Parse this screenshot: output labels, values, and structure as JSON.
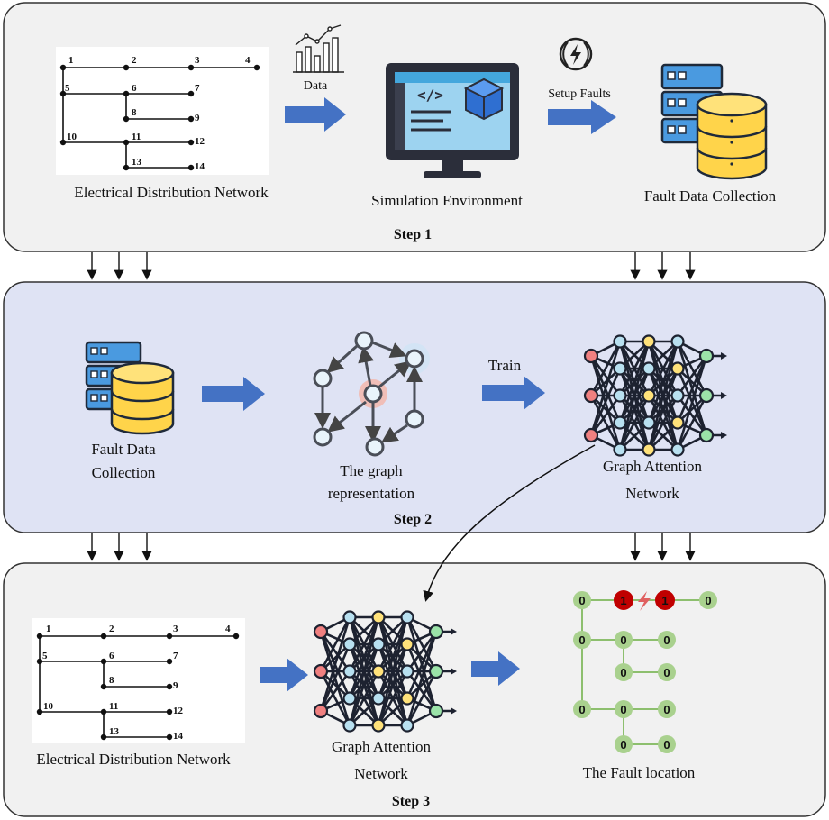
{
  "step1": {
    "label": "Step 1",
    "network_label": "Electrical Distribution Network",
    "data_label": "Data",
    "sim_label": "Simulation Environment",
    "setup_label": "Setup Faults",
    "fault_label": "Fault Data Collection"
  },
  "step2": {
    "label": "Step 2",
    "fault_label_1": "Fault Data",
    "fault_label_2": "Collection",
    "graph_label_1": "The graph",
    "graph_label_2": "representation",
    "train_label": "Train",
    "gat_label_1": "Graph Attention",
    "gat_label_2": "Network"
  },
  "step3": {
    "label": "Step 3",
    "network_label": "Electrical Distribution Network",
    "gat_label_1": "Graph Attention",
    "gat_label_2": "Network",
    "fault_location_label": "The Fault location"
  },
  "network_nodes": [
    "1",
    "2",
    "3",
    "4",
    "5",
    "6",
    "7",
    "8",
    "9",
    "10",
    "11",
    "12",
    "13",
    "14"
  ],
  "fault_location": {
    "top_row": [
      "0",
      "1",
      "1",
      "0"
    ],
    "row2": [
      "0",
      "0",
      "0"
    ],
    "row3": [
      "0",
      "0"
    ],
    "row4": [
      "0",
      "0",
      "0"
    ],
    "row5": [
      "0",
      "0"
    ]
  },
  "colors": {
    "panel_gray": "#f1f1f1",
    "panel_blue": "#dfe3f4",
    "arrow_blue": "#4472c4",
    "fault_red": "#c00000",
    "node_green": "#a9d18e"
  }
}
